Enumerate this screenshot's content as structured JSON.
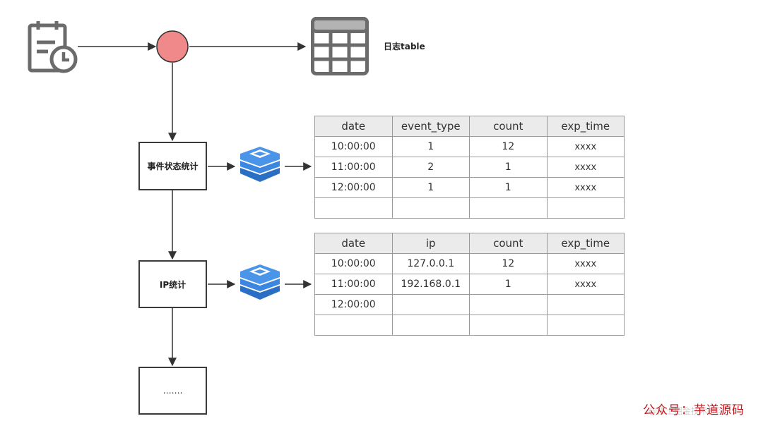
{
  "icons": {
    "log_source": "calendar-clock-icon",
    "table_target": "table-grid-icon",
    "redis_1": "redis-stack-icon",
    "redis_2": "redis-stack-icon"
  },
  "colors": {
    "junction": "#f08a8a",
    "redis_blue": "#2f7bd6",
    "header_fill": "#ebebeb",
    "watermark": "#c4141b"
  },
  "labels": {
    "log_table": "日志table",
    "event_stats": "事件状态统计",
    "ip_stats": "IP统计",
    "more": "……."
  },
  "event_table": {
    "headers": [
      "date",
      "event_type",
      "count",
      "exp_time"
    ],
    "rows": [
      [
        "10:00:00",
        "1",
        "12",
        "xxxx"
      ],
      [
        "11:00:00",
        "2",
        "1",
        "xxxx"
      ],
      [
        "12:00:00",
        "1",
        "1",
        "xxxx"
      ],
      [
        "",
        "",
        "",
        ""
      ]
    ]
  },
  "ip_table": {
    "headers": [
      "date",
      "ip",
      "count",
      "exp_time"
    ],
    "rows": [
      [
        "10:00:00",
        "127.0.0.1",
        "12",
        "xxxx"
      ],
      [
        "11:00:00",
        "192.168.0.1",
        "1",
        "xxxx"
      ],
      [
        "12:00:00",
        "",
        "",
        ""
      ],
      [
        "",
        "",
        "",
        ""
      ]
    ]
  },
  "watermark": {
    "main": "公众号：芋道源码",
    "sub": "@稀土掘金技术社区"
  }
}
